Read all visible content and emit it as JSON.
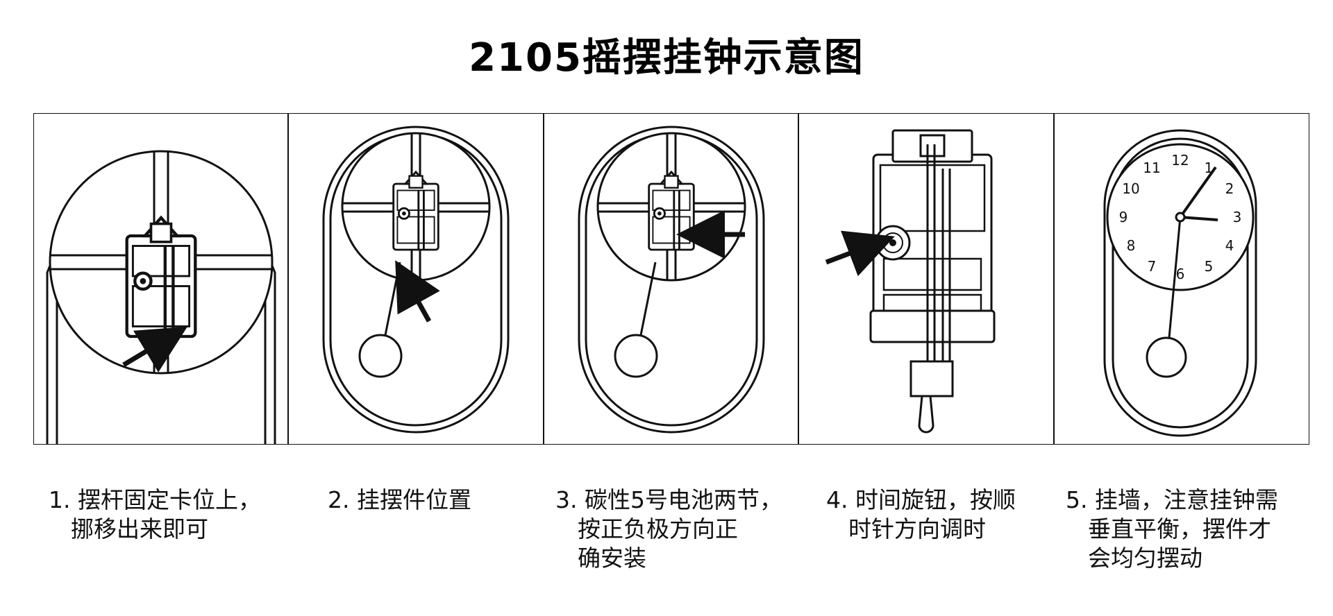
{
  "title": "2105摇摆挂钟示意图",
  "steps": [
    {
      "num": "1.",
      "lines": [
        "摆杆固定卡位上，",
        "挪移出来即可"
      ]
    },
    {
      "num": "2.",
      "lines": [
        "挂摆件位置"
      ]
    },
    {
      "num": "3.",
      "lines": [
        "碳性5号电池两节，",
        "按正负极方向正",
        "确安装"
      ]
    },
    {
      "num": "4.",
      "lines": [
        "时间旋钮，按顺",
        "时针方向调时"
      ]
    },
    {
      "num": "5.",
      "lines": [
        "挂墙，注意挂钟需",
        "垂直平衡，摆件才",
        "会均匀摆动"
      ]
    }
  ],
  "clock_face": {
    "numerals": [
      "12",
      "1",
      "2",
      "3",
      "4",
      "5",
      "6",
      "7",
      "8",
      "9",
      "10",
      "11"
    ]
  },
  "colors": {
    "line": "#111111",
    "background": "#ffffff"
  },
  "icons": [
    "arrow-icon",
    "clock-movement-icon",
    "pendulum-icon",
    "time-knob-icon",
    "battery-icon"
  ]
}
